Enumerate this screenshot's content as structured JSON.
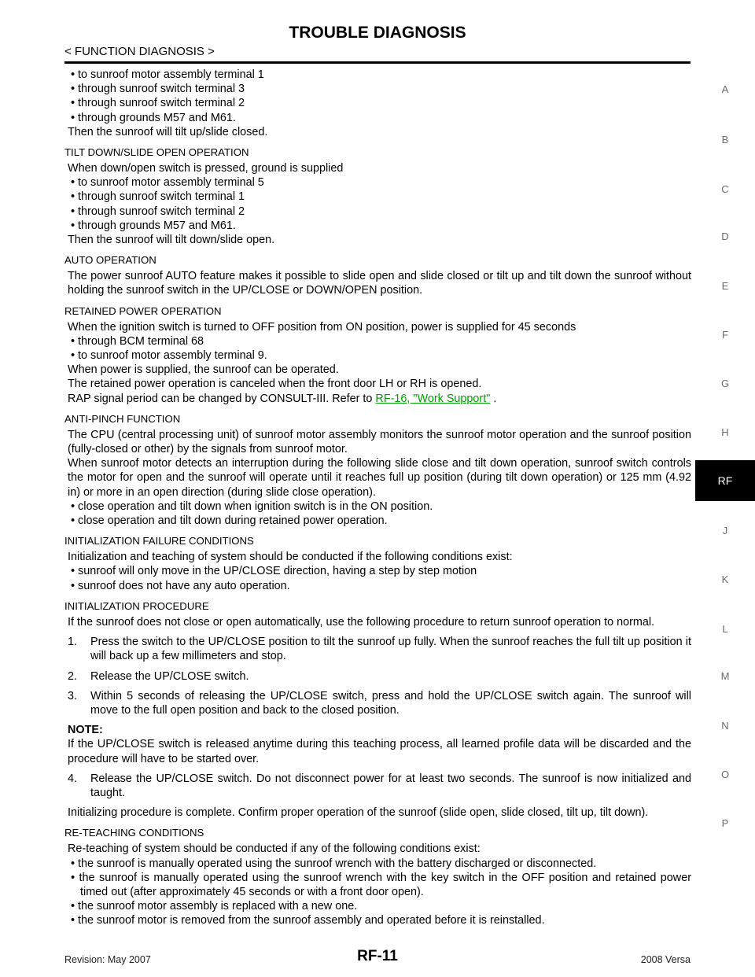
{
  "header": {
    "title": "TROUBLE DIAGNOSIS",
    "subtitle": "< FUNCTION DIAGNOSIS >"
  },
  "intro": {
    "bullets": [
      "to sunroof motor assembly terminal 1",
      "through sunroof switch terminal 3",
      "through sunroof switch terminal 2",
      "through grounds M57 and M61."
    ],
    "closing": "Then the sunroof will tilt up/slide closed."
  },
  "tilt_down": {
    "heading": "TILT DOWN/SLIDE OPEN OPERATION",
    "lead": "When down/open switch is pressed, ground is supplied",
    "bullets": [
      "to sunroof motor assembly terminal 5",
      "through sunroof switch terminal 1",
      "through sunroof switch terminal 2",
      "through grounds M57 and M61."
    ],
    "closing": "Then the sunroof will tilt down/slide open."
  },
  "auto_op": {
    "heading": "AUTO OPERATION",
    "text": "The power sunroof AUTO feature makes it possible to slide open and slide closed or tilt up and tilt down the sunroof without holding the sunroof switch in the UP/CLOSE or DOWN/OPEN position."
  },
  "retained": {
    "heading": "RETAINED POWER OPERATION",
    "lead": "When the ignition switch is turned to OFF position from ON position, power is supplied for 45 seconds",
    "bullets": [
      "through BCM terminal 68",
      "to sunroof motor assembly terminal 9."
    ],
    "line1": "When power is supplied, the sunroof can be operated.",
    "line2": "The retained power operation is canceled when the front door LH or RH is opened.",
    "line3_pre": "RAP signal period can be changed by CONSULT-III. Refer to ",
    "link": "RF-16, \"Work Support\"",
    "line3_post": " ."
  },
  "anti_pinch": {
    "heading": "ANTI-PINCH FUNCTION",
    "p1": "The CPU (central processing unit) of sunroof motor assembly monitors the sunroof motor operation and the sunroof position (fully-closed or other) by the signals from sunroof motor.",
    "p2": "When sunroof motor detects an interruption during the following slide close and tilt down operation, sunroof switch controls the motor for open and the sunroof will operate until it reaches full up position (during tilt down operation) or 125 mm (4.92 in) or more in an open direction (during slide close operation).",
    "bullets": [
      "close operation and tilt down when ignition switch is in the ON position.",
      "close operation and tilt down during retained power operation."
    ]
  },
  "init_fail": {
    "heading": "INITIALIZATION FAILURE CONDITIONS",
    "lead": "Initialization and teaching of system should be conducted if the following conditions exist:",
    "bullets": [
      "sunroof will only move in the UP/CLOSE direction, having a step by step motion",
      "sunroof does not have any auto operation."
    ]
  },
  "init_proc": {
    "heading": "INITIALIZATION PROCEDURE",
    "lead": "If the sunroof does not close or open automatically, use the following procedure to return sunroof operation to normal.",
    "steps": [
      {
        "n": "1.",
        "t": "Press the switch to the UP/CLOSE position to tilt the sunroof up fully. When the sunroof reaches the full tilt up position it will back up a few millimeters and stop."
      },
      {
        "n": "2.",
        "t": "Release the UP/CLOSE switch."
      },
      {
        "n": "3.",
        "t": "Within 5 seconds of releasing the UP/CLOSE switch, press and hold the UP/CLOSE switch again. The sunroof will move to the full open position and back to the closed position."
      }
    ],
    "note_label": "NOTE:",
    "note_text": "If the UP/CLOSE switch is released anytime during this teaching process, all learned profile data will be discarded and the procedure will have to be started over.",
    "step4": {
      "n": "4.",
      "t": "Release the UP/CLOSE switch. Do not disconnect power for at least two seconds. The sunroof is now initialized and taught."
    },
    "closing": "Initializing procedure is complete. Confirm proper operation of the sunroof (slide open, slide closed, tilt up, tilt down)."
  },
  "reteach": {
    "heading": "RE-TEACHING CONDITIONS",
    "lead": "Re-teaching of system should be conducted if any of the following conditions exist:",
    "bullets": [
      "the sunroof is manually operated using the sunroof wrench with the battery discharged or disconnected.",
      "the sunroof is manually operated using the sunroof wrench with the key switch in the OFF position and retained power timed out (after approximately 45 seconds or with a front door open).",
      "the sunroof motor assembly is replaced with a new one.",
      "the sunroof motor is removed from the sunroof assembly and operated before it is reinstalled."
    ]
  },
  "side_tabs": [
    "A",
    "B",
    "C",
    "D",
    "E",
    "F",
    "G",
    "H",
    "RF",
    "J",
    "K",
    "L",
    "M",
    "N",
    "O",
    "P"
  ],
  "active_tab": "RF",
  "footer": {
    "revision": "Revision: May 2007",
    "page": "RF-11",
    "model": "2008 Versa"
  }
}
